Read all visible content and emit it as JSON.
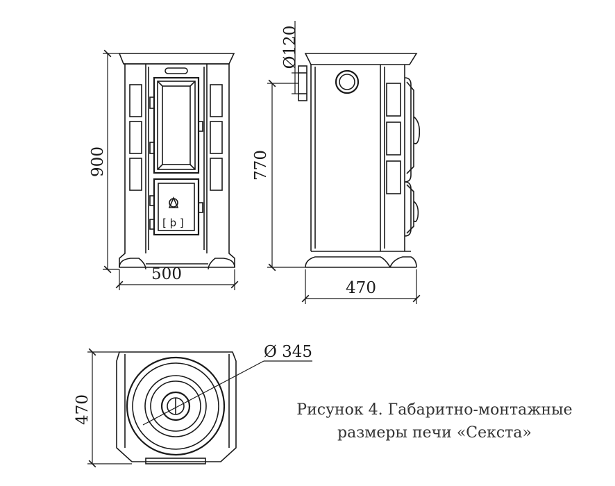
{
  "dimensions": {
    "front_height": "900",
    "front_width": "500",
    "side_height": "770",
    "side_depth": "470",
    "flue_diameter": "Ø120",
    "top_depth": "470",
    "top_hob_diameter": "Ø 345"
  },
  "caption": {
    "line1": "Рисунок 4. Габаритно-монтажные",
    "line2": "размеры печи «Секста»"
  },
  "colors": {
    "ink": "#1a1a1a",
    "caption": "#333333",
    "background": "#ffffff"
  }
}
